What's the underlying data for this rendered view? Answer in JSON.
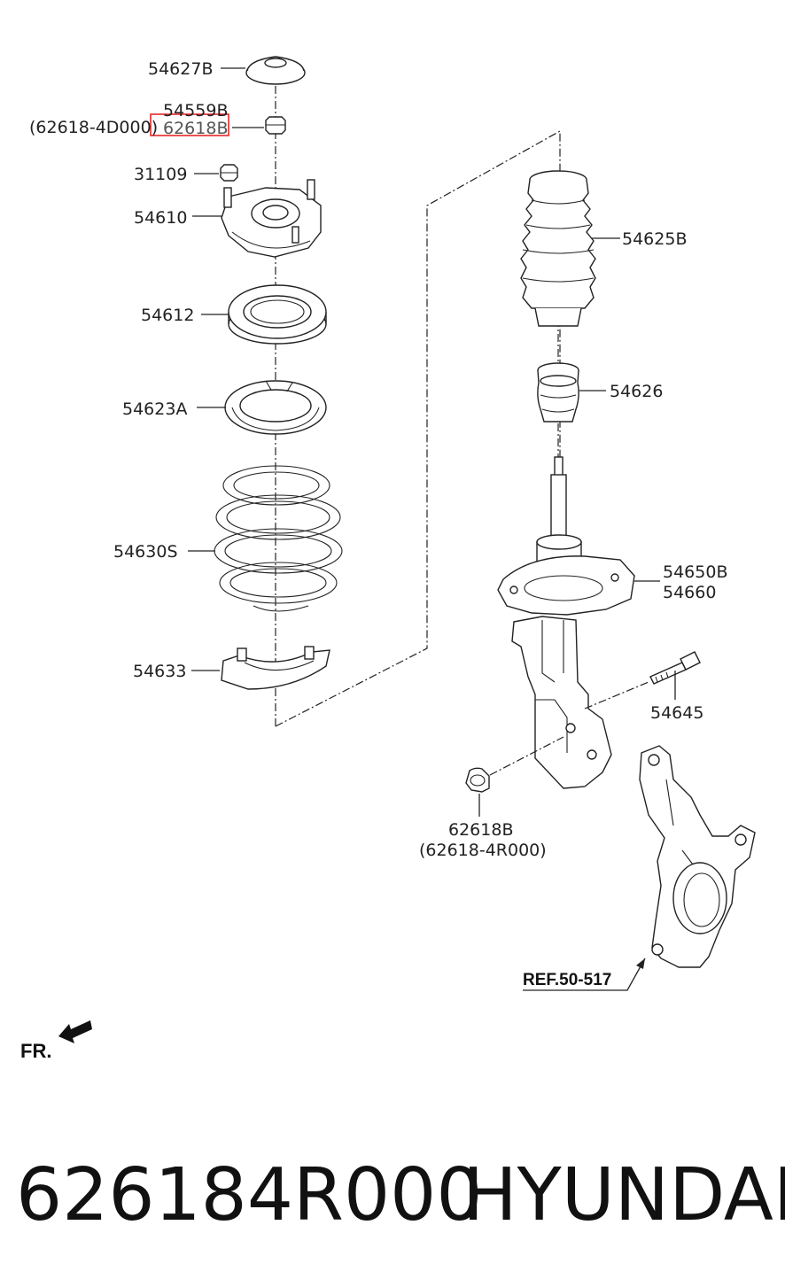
{
  "labels": {
    "l54627b": "54627B",
    "l54559b": "54559B",
    "l62618_4d000": "(62618-4D000)",
    "l62618b_top": "62618B",
    "l31109": "31109",
    "l54610": "54610",
    "l54612": "54612",
    "l54623a": "54623A",
    "l54630s": "54630S",
    "l54633": "54633",
    "l54625b": "54625B",
    "l54626": "54626",
    "l54650b": "54650B",
    "l54660": "54660",
    "l54645": "54645",
    "l62618b_bottom": "62618B",
    "l62618_4r000": "(62618-4R000)",
    "ref": "REF.50-517",
    "front": "FR."
  },
  "highlight_color": "#e8262b",
  "footer": {
    "part_number": "626184R000",
    "brand": "HYUNDAI"
  }
}
